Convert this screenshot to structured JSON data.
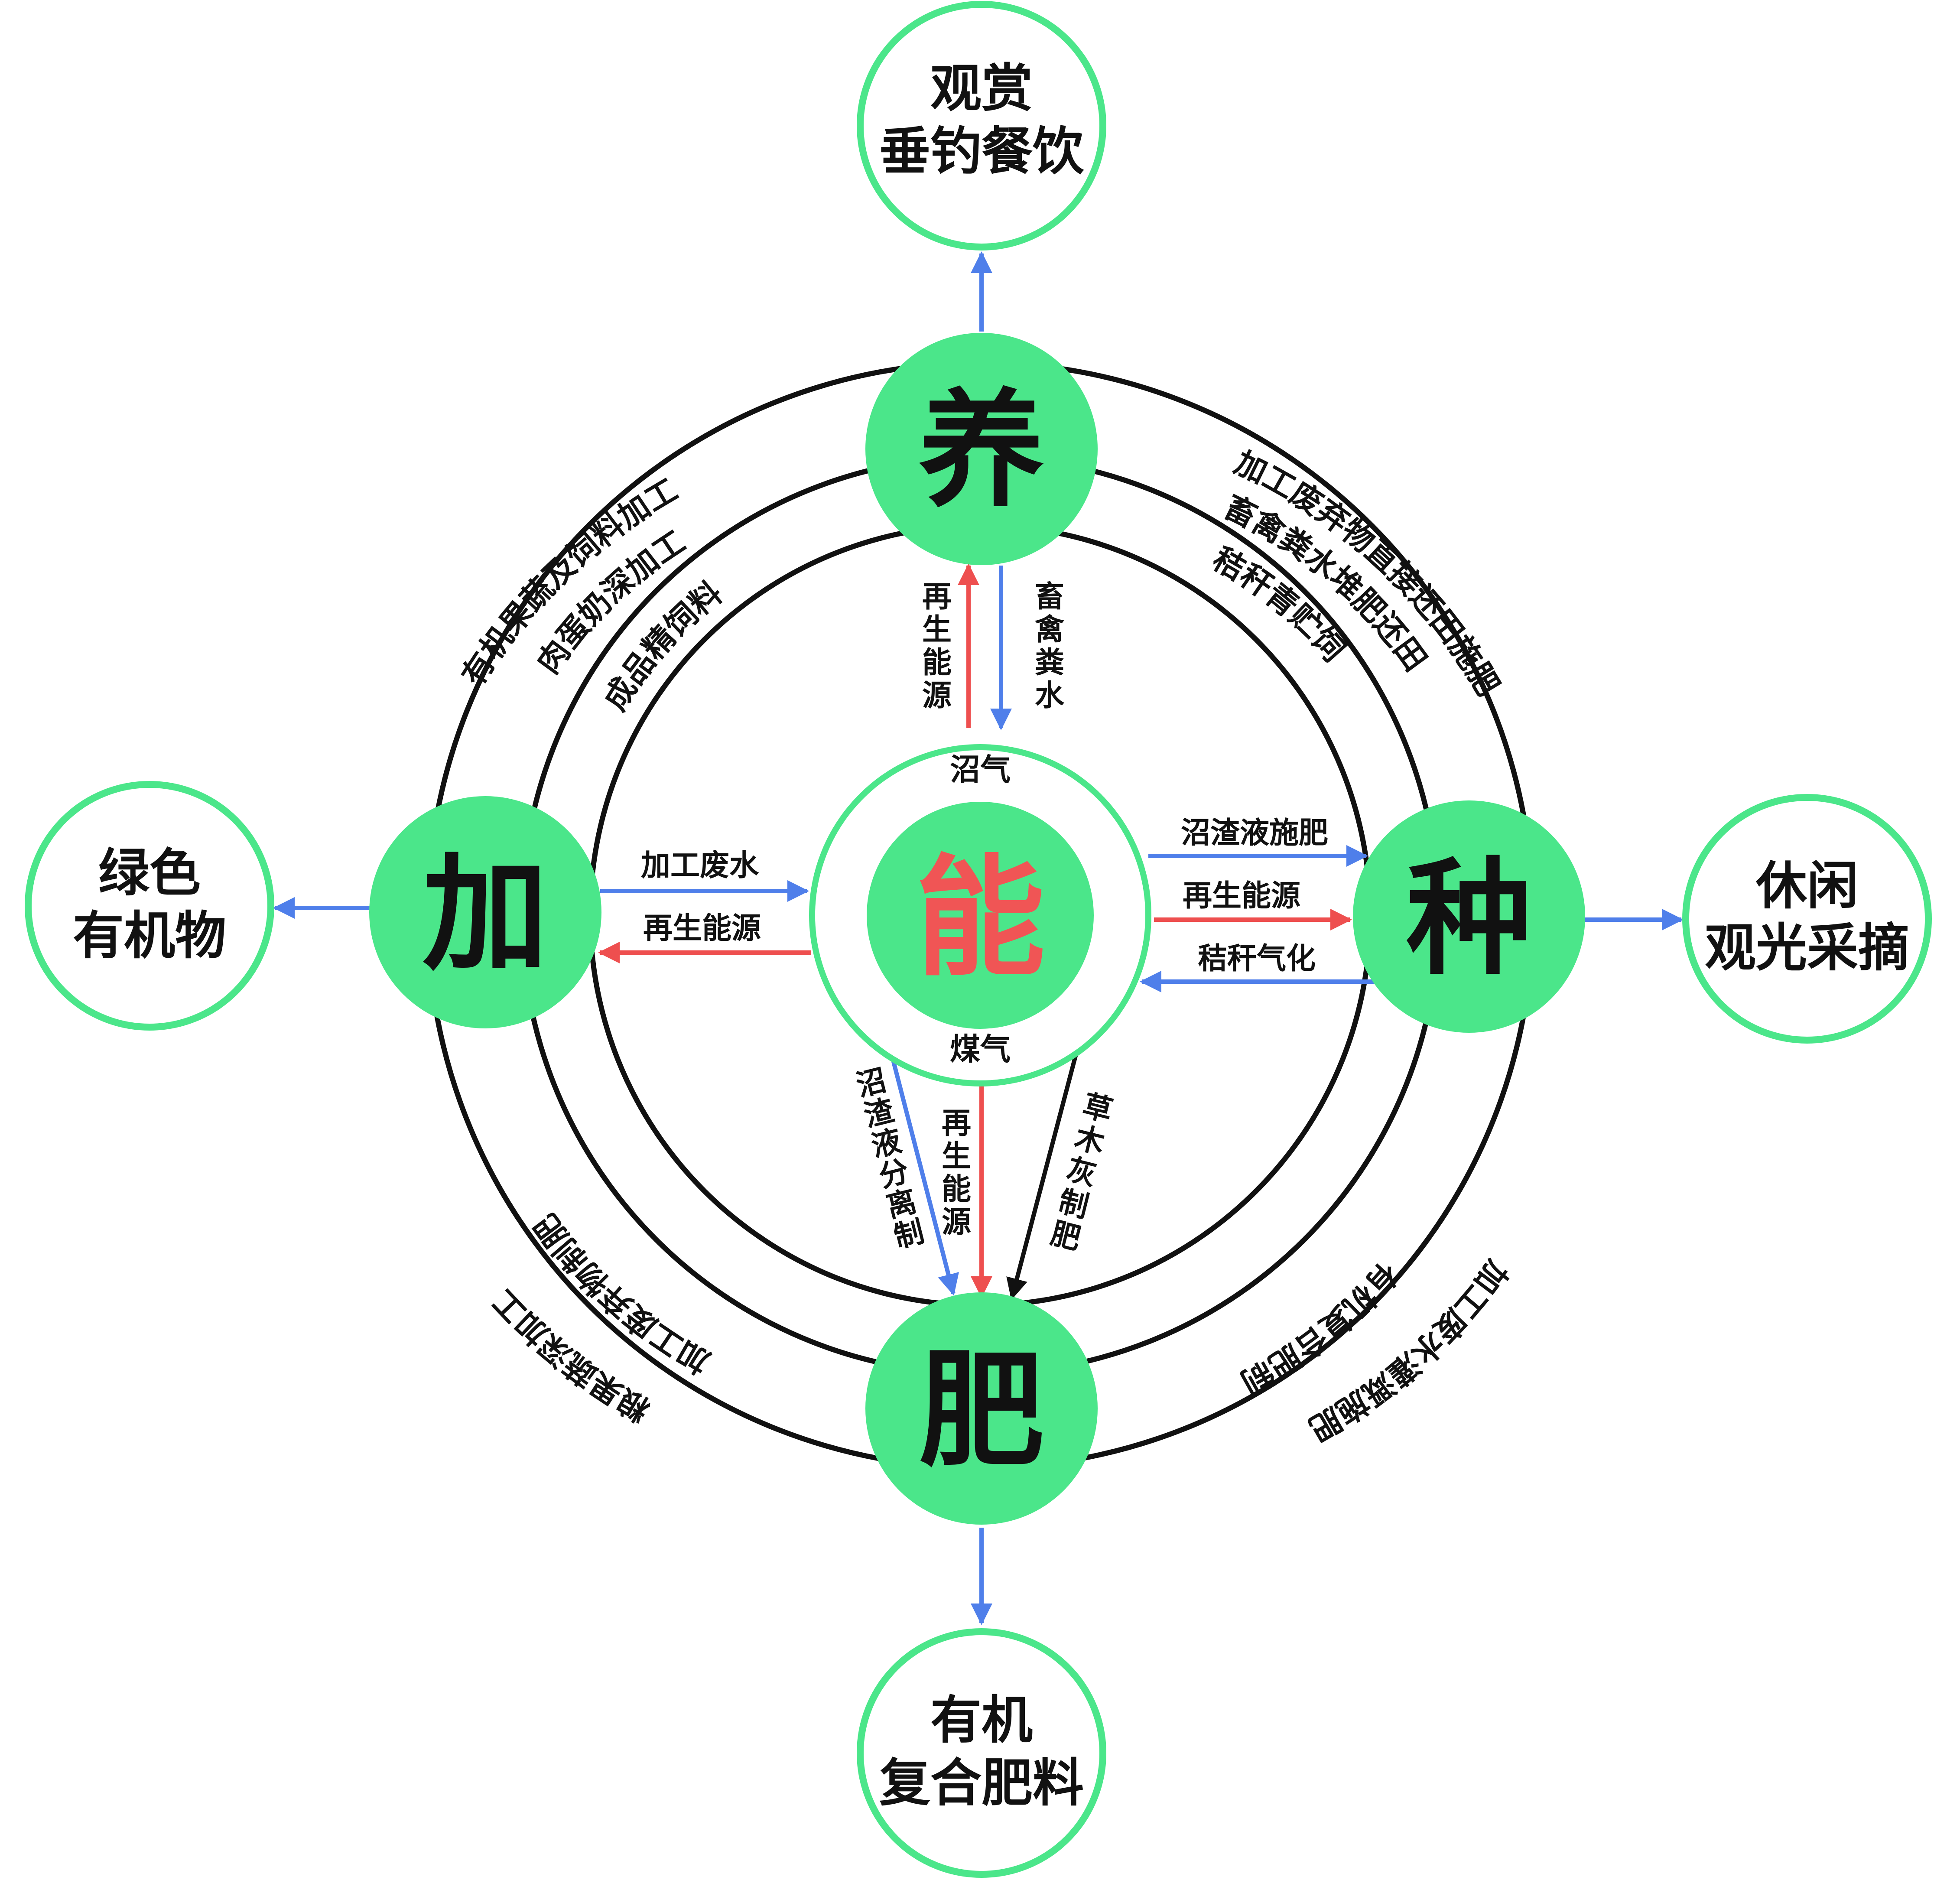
{
  "colors": {
    "node_fill": "#4BE68A",
    "node_stroke": "#4BE68A",
    "outer_node_stroke": "#4BE68A",
    "ring_stroke": "#111111",
    "text_dark": "#111111",
    "center_text": "#F05555",
    "arrow_blue": "#4F7FEA",
    "arrow_red": "#EE4F4F",
    "arrow_black": "#111111"
  },
  "nodes": {
    "top": "养",
    "left": "加",
    "right": "种",
    "bottom": "肥",
    "center": "能"
  },
  "outer_nodes": {
    "top": [
      "观赏",
      "垂钓餐饮"
    ],
    "left": [
      "绿色",
      "有机物"
    ],
    "right": [
      "休闲",
      "观光采摘"
    ],
    "bottom": [
      "有机",
      "复合肥料"
    ]
  },
  "center_ring_labels": {
    "top": "沼气",
    "bottom": "煤气"
  },
  "arrow_labels": {
    "top_up": "再生能源",
    "top_down": "畜禽粪水",
    "left_right": "加工废水",
    "left_left": "再生能源",
    "right_top": "沼渣液施肥",
    "right_mid": "再生能源",
    "right_bottom": "秸秆气化",
    "bottom_left": "沼渣液分离制",
    "bottom_mid": "再生能源",
    "bottom_right": "草木灰制肥"
  },
  "arc_labels": {
    "upper_left": [
      "有机果蔬及饲料加工",
      "肉蛋奶深加工",
      "成品精饲料"
    ],
    "upper_right": [
      "加工废弃物直接还田施肥",
      "畜禽粪水堆肥还田",
      "秸秆青贮饲"
    ],
    "lower_left": [
      "粮果蔬深加工",
      "加工废弃物制肥"
    ],
    "lower_right": [
      "有机复合肥制品",
      "加工废水灌溉施肥"
    ]
  }
}
